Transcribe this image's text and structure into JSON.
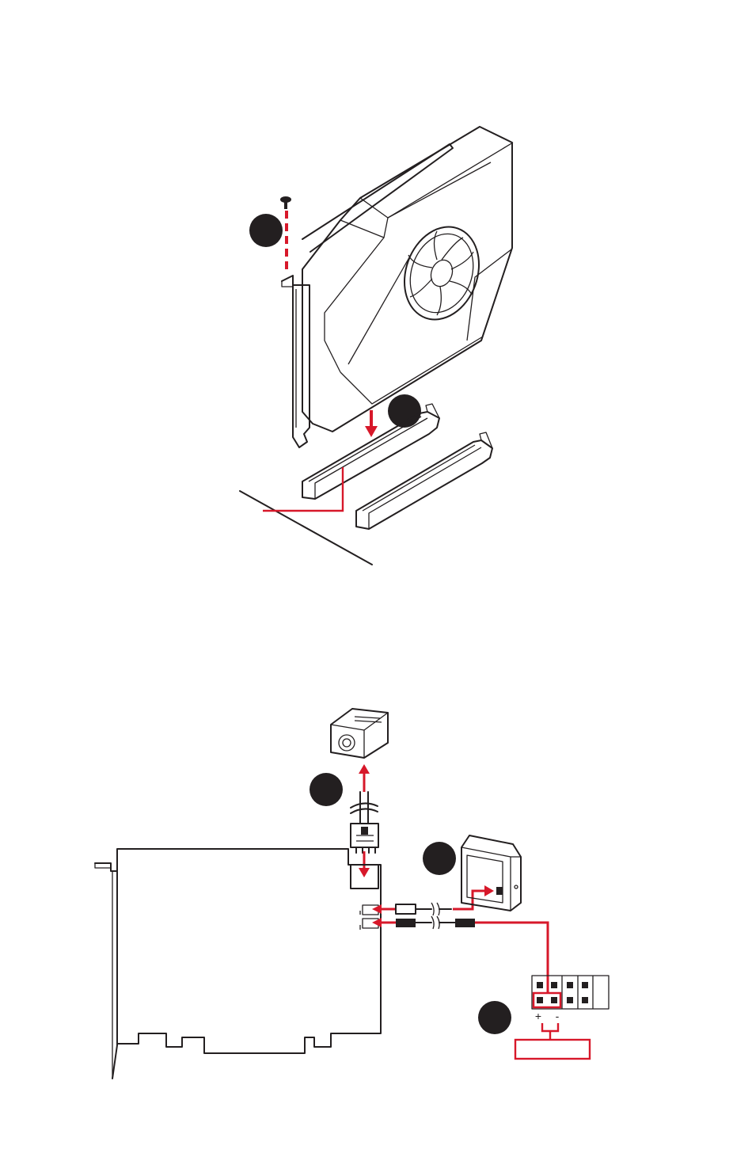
{
  "colors": {
    "accent": "#d7182a",
    "ink": "#231f20",
    "background": "#ffffff"
  },
  "figure_top": {
    "steps": [
      {
        "name": "screw-step-badge"
      },
      {
        "name": "insert-step-badge"
      }
    ],
    "icons": [
      "screw-icon",
      "graphics-card-icon",
      "pcie-slot-icon",
      "down-arrow-icon",
      "motherboard-edge-icon"
    ]
  },
  "figure_bottom": {
    "steps": [
      {
        "name": "psu-step-badge"
      },
      {
        "name": "monitor-step-badge"
      },
      {
        "name": "header-step-badge"
      }
    ],
    "header_polarity": {
      "plus": "+",
      "minus": "-"
    },
    "icons": [
      "power-supply-icon",
      "power-connector-icon",
      "card-outline-icon",
      "monitor-icon",
      "cable-icon",
      "pin-header-icon",
      "arrow-icon"
    ]
  }
}
